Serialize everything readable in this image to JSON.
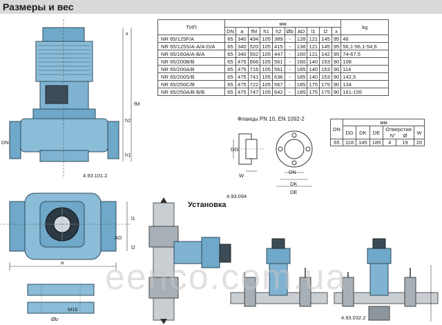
{
  "heading": "Размеры и вес",
  "spec_table": {
    "group_header": "мм",
    "type_header": "ТИП",
    "weight_header": "kg",
    "columns": [
      "DN",
      "a",
      "fM",
      "h1",
      "h2",
      "Øb",
      "AD",
      "l1",
      "l2",
      "x"
    ],
    "rows": [
      {
        "model": "NR 65/125F/A",
        "values": [
          "65",
          "340",
          "494",
          "105",
          "389",
          "-",
          "128",
          "121",
          "145",
          "95"
        ],
        "kg": "46"
      },
      {
        "model": "NR 65/125S/A-A/A-D/A",
        "values": [
          "65",
          "340",
          "520",
          "105",
          "415",
          "-",
          "138",
          "121",
          "145",
          "95"
        ],
        "kg": "56,1-56,1-54,6"
      },
      {
        "model": "NR 65/160A/A-B/A",
        "values": [
          "65",
          "340",
          "552",
          "105",
          "447",
          "-",
          "160",
          "121",
          "142",
          "95"
        ],
        "kg": "74-67,5"
      },
      {
        "model": "NR 65/200B/B",
        "values": [
          "65",
          "475",
          "666",
          "105",
          "561",
          "-",
          "160",
          "140",
          "153",
          "90"
        ],
        "kg": "108"
      },
      {
        "model": "NR 65/200A/B",
        "values": [
          "65",
          "475",
          "716",
          "105",
          "561",
          "-",
          "185",
          "140",
          "153",
          "90"
        ],
        "kg": "114"
      },
      {
        "model": "NR 65/200S/B",
        "values": [
          "65",
          "475",
          "741",
          "105",
          "636",
          "-",
          "185",
          "140",
          "153",
          "90"
        ],
        "kg": "142,5"
      },
      {
        "model": "NR 65/250C/B",
        "values": [
          "65",
          "475",
          "722",
          "105",
          "567",
          "-",
          "185",
          "175",
          "175",
          "90"
        ],
        "kg": "134"
      },
      {
        "model": "NR 65/250A/B-B/B",
        "values": [
          "65",
          "475",
          "747",
          "105",
          "642",
          "-",
          "185",
          "175",
          "175",
          "90"
        ],
        "kg": "161-155"
      }
    ]
  },
  "flange_title": "Фланцы  PN 10, EN 1092-2",
  "flange_table": {
    "group_header": "мм",
    "columns": [
      "DN",
      "DG",
      "DK",
      "DE"
    ],
    "holes_header": "Отверстия",
    "holes_sub": [
      "N°",
      "Ø"
    ],
    "w_header": "W",
    "row": [
      "65",
      "118",
      "145",
      "185",
      "4",
      "19",
      "20"
    ]
  },
  "install_title": "Установка",
  "drawing_labels": {
    "x": "x",
    "fM": "fM",
    "h2": "h2",
    "h1": "h1",
    "dn_side": "DN",
    "code_top": "4.93.101.2",
    "l1": "l1",
    "ad": "AD",
    "l2": "l2",
    "a": "a",
    "m16": "M16",
    "ob": "Øb",
    "dg": "DG",
    "w": "W",
    "dn_flange": "DN",
    "dk": "DK",
    "de": "DE",
    "code_flange": "4.93.094",
    "code_install": "4.93.032.2"
  },
  "watermark": "eenco.com.ua"
}
